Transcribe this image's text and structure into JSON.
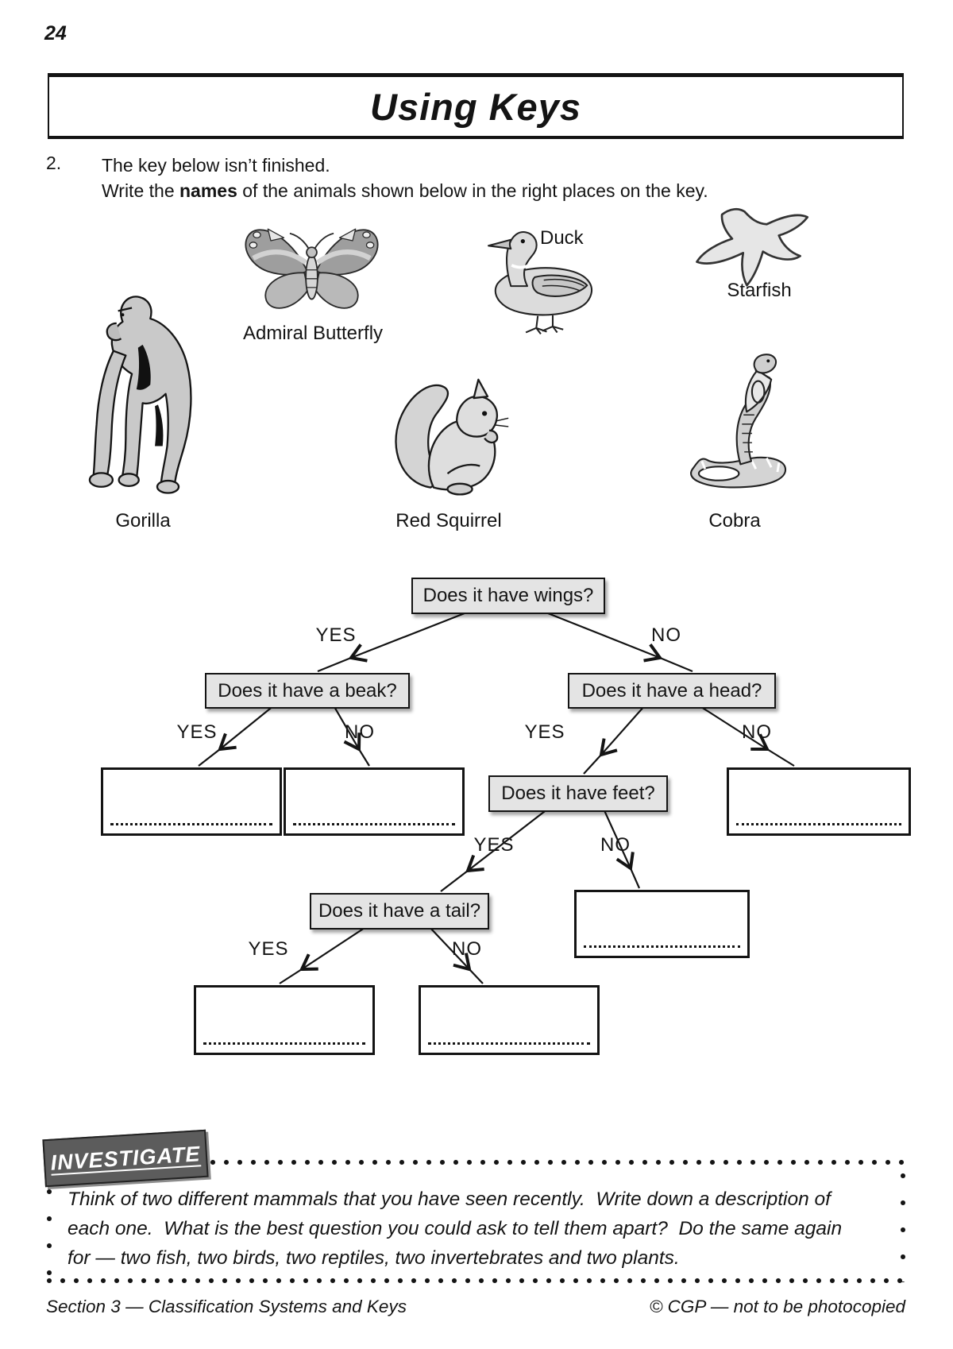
{
  "page": {
    "number": "24",
    "title": "Using Keys",
    "footer_left": "Section 3 — Classification Systems and Keys",
    "footer_right": "© CGP — not to be photocopied"
  },
  "question": {
    "number": "2.",
    "line1": "The key below isn’t finished.",
    "line2_prefix": "Write the ",
    "line2_bold": "names",
    "line2_suffix": " of the animals shown below in the right places on the key."
  },
  "animals": [
    {
      "name": "Admiral Butterfly"
    },
    {
      "name": "Duck"
    },
    {
      "name": "Starfish"
    },
    {
      "name": "Gorilla"
    },
    {
      "name": "Red Squirrel"
    },
    {
      "name": "Cobra"
    }
  ],
  "key": {
    "yes": "YES",
    "no": "NO",
    "questions": [
      {
        "label": "Does it have wings?"
      },
      {
        "label": "Does it have a beak?"
      },
      {
        "label": "Does it have a head?"
      },
      {
        "label": "Does it have feet?"
      },
      {
        "label": "Does it have a tail?"
      }
    ],
    "answers": [
      {
        "branch": "beak-yes",
        "value": ""
      },
      {
        "branch": "beak-no",
        "value": ""
      },
      {
        "branch": "head-no",
        "value": ""
      },
      {
        "branch": "feet-no",
        "value": ""
      },
      {
        "branch": "tail-yes",
        "value": ""
      },
      {
        "branch": "tail-no",
        "value": ""
      }
    ]
  },
  "investigate": {
    "badge": "INVESTIGATE",
    "lines": [
      "Think of two different mammals that you have seen recently.  Write down a description of",
      "each one.  What is the best question you could ask to tell them apart?  Do the same again",
      "for — two fish, two birds, two reptiles, two invertebrates and two plants."
    ]
  },
  "colors": {
    "ink": "#141414",
    "question_box_fill": "#e4e4e4",
    "badge_fill": "#5c5c5c",
    "figure_grey": "#cfcfcf"
  }
}
